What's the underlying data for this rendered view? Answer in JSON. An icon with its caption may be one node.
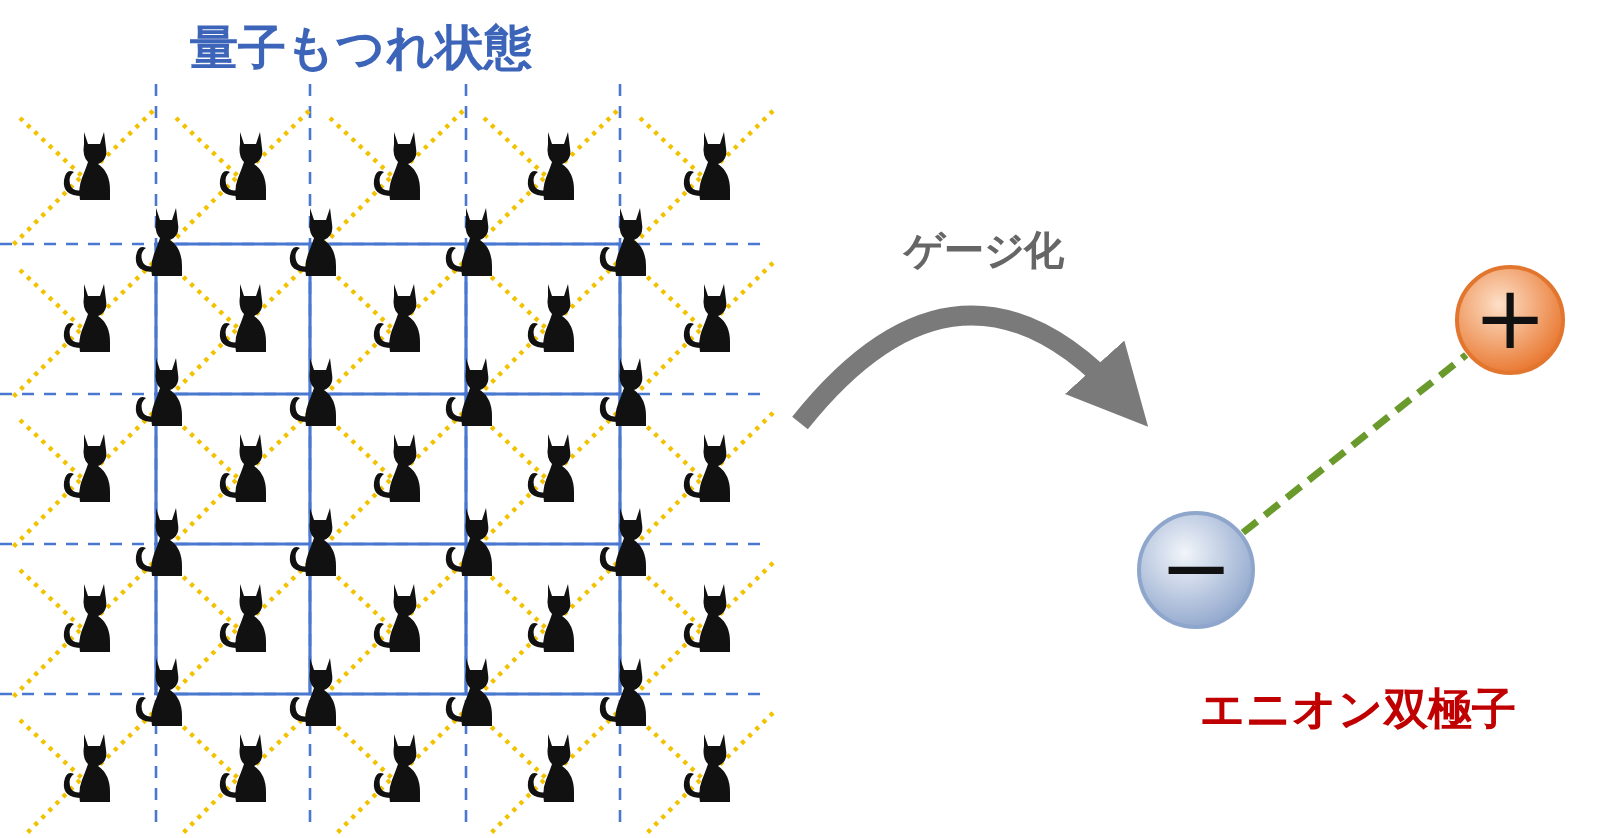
{
  "diagram": {
    "nodes": [
      {
        "text": [
          "量子もつれ状態"
        ]
      },
      {
        "text": [
          "エニオン双極子"
        ]
      },
      {
        "text": [
          "+"
        ],
        "in": 1
      },
      {
        "text": [
          "−"
        ],
        "in": 1
      }
    ],
    "edges": [
      {
        "from": 0,
        "to": 1,
        "arrow": "to",
        "label": "ゲージ化",
        "style": "thick"
      },
      {
        "from": 3,
        "to": 2,
        "arrow": "none",
        "style": "dashed",
        "color": "#6a9a2c"
      }
    ]
  }
}
